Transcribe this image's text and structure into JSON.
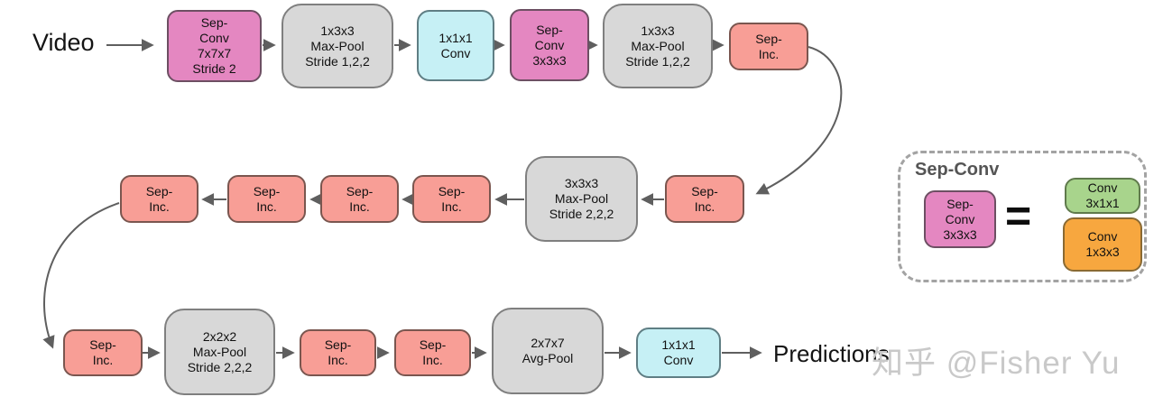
{
  "diagram": {
    "input_label": "Video",
    "output_label": "Predictions",
    "nodes": [
      {
        "type": "sepconv",
        "label": "Sep-\nConv\n7x7x7\nStride 2"
      },
      {
        "type": "pool",
        "label": "1x3x3\nMax-Pool\nStride 1,2,2"
      },
      {
        "type": "conv",
        "label": "1x1x1\nConv"
      },
      {
        "type": "sepconv",
        "label": "Sep-\nConv\n3x3x3"
      },
      {
        "type": "pool",
        "label": "1x3x3\nMax-Pool\nStride 1,2,2"
      },
      {
        "type": "sepinc",
        "label": "Sep-\nInc."
      },
      {
        "type": "sepinc",
        "label": "Sep-\nInc."
      },
      {
        "type": "sepinc",
        "label": "Sep-\nInc."
      },
      {
        "type": "sepinc",
        "label": "Sep-\nInc."
      },
      {
        "type": "sepinc",
        "label": "Sep-\nInc."
      },
      {
        "type": "pool",
        "label": "3x3x3\nMax-Pool\nStride 2,2,2"
      },
      {
        "type": "sepinc",
        "label": "Sep-\nInc."
      },
      {
        "type": "sepinc",
        "label": "Sep-\nInc."
      },
      {
        "type": "pool",
        "label": "2x2x2\nMax-Pool\nStride 2,2,2"
      },
      {
        "type": "sepinc",
        "label": "Sep-\nInc."
      },
      {
        "type": "sepinc",
        "label": "Sep-\nInc."
      },
      {
        "type": "pool",
        "label": "2x7x7\nAvg-Pool"
      },
      {
        "type": "conv",
        "label": "1x1x1\nConv"
      }
    ],
    "legend": {
      "title": "Sep-Conv",
      "sepconv_label": "Sep-\nConv\n3x3x3",
      "equals": "=",
      "conv_top_label": "Conv\n3x1x1",
      "conv_bottom_label": "Conv\n1x3x3"
    },
    "watermark": "知乎 @Fisher Yu",
    "colors": {
      "sepconv": "#e487c1",
      "pool": "#d8d8d8",
      "conv": "#c6f0f5",
      "sepinc": "#f89e96",
      "legend_green": "#a8d48c",
      "legend_orange": "#f7a73f",
      "arrow": "#5f5f5f",
      "watermark_text": "#c9c9c9"
    }
  }
}
